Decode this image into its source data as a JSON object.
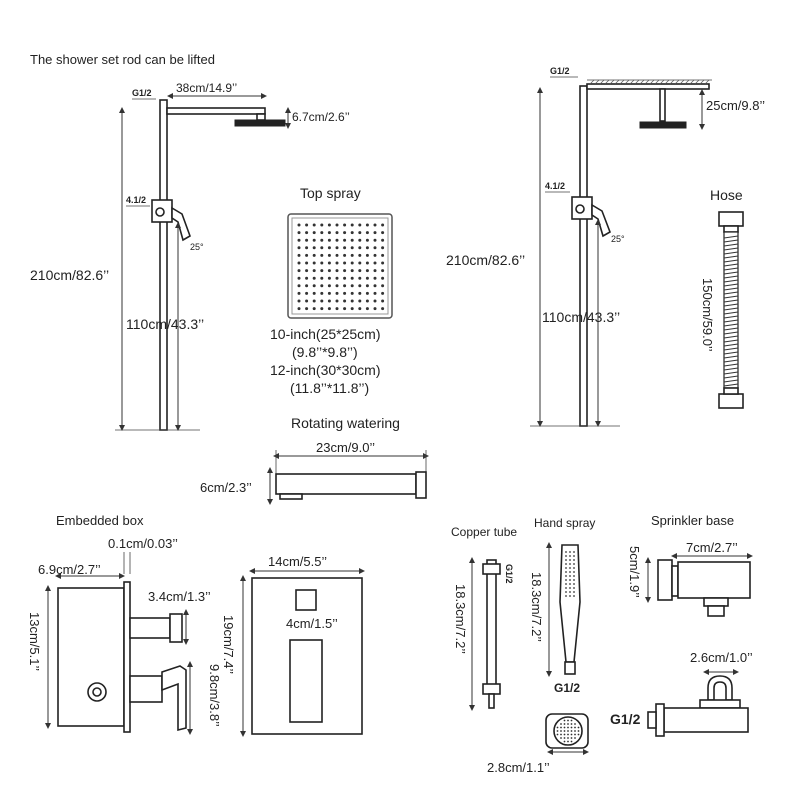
{
  "header": {
    "note": "The shower set rod can be lifted"
  },
  "left_set": {
    "port_top": "G1/2",
    "arm": "38cm/14.9’’",
    "head_drop": "6.7cm/2.6’’",
    "valve_port": "4.1/2",
    "angle": "25°",
    "height_total": "210cm/82.6’’",
    "height_valve": "110cm/43.3’’"
  },
  "top_spray": {
    "title": "Top spray",
    "line1": "10-inch(25*25cm)",
    "line2": "(9.8’’*9.8’’)",
    "line3": "12-inch(30*30cm)",
    "line4": "(11.8’’*11.8’’)"
  },
  "right_set": {
    "port_top": "G1/2",
    "head_drop": "25cm/9.8’’",
    "valve_port": "4.1/2",
    "angle": "25°",
    "height_total": "210cm/82.6’’",
    "height_valve": "110cm/43.3’’"
  },
  "hose": {
    "title": "Hose",
    "length": "150cm/59.0’’"
  },
  "rotating": {
    "title": "Rotating watering",
    "width": "23cm/9.0’’",
    "height": "6cm/2.3’’"
  },
  "embedded_box": {
    "title": "Embedded box",
    "gap": "0.1cm/0.03’’",
    "depth": "6.9cm/2.7’’",
    "outlet": "3.4cm/1.3’’",
    "height": "13cm/5.1’’",
    "handle": "9.8cm/3.8’’"
  },
  "cover_plate": {
    "width": "14cm/5.5’’",
    "height": "19cm/7.4’’",
    "window": "4cm/1.5’’"
  },
  "copper_tube": {
    "title": "Copper tube",
    "length": "18.3cm/7.2’’",
    "port": "G1/2"
  },
  "hand_spray": {
    "title": "Hand spray",
    "length": "18.3cm/7.2’’",
    "port": "G1/2",
    "diameter": "2.8cm/1.1’’"
  },
  "sprinkler_base": {
    "title": "Sprinkler base",
    "width": "7cm/2.7’’",
    "height": "5cm/1.9’’",
    "holder": "2.6cm/1.0’’",
    "port": "G1/2"
  }
}
